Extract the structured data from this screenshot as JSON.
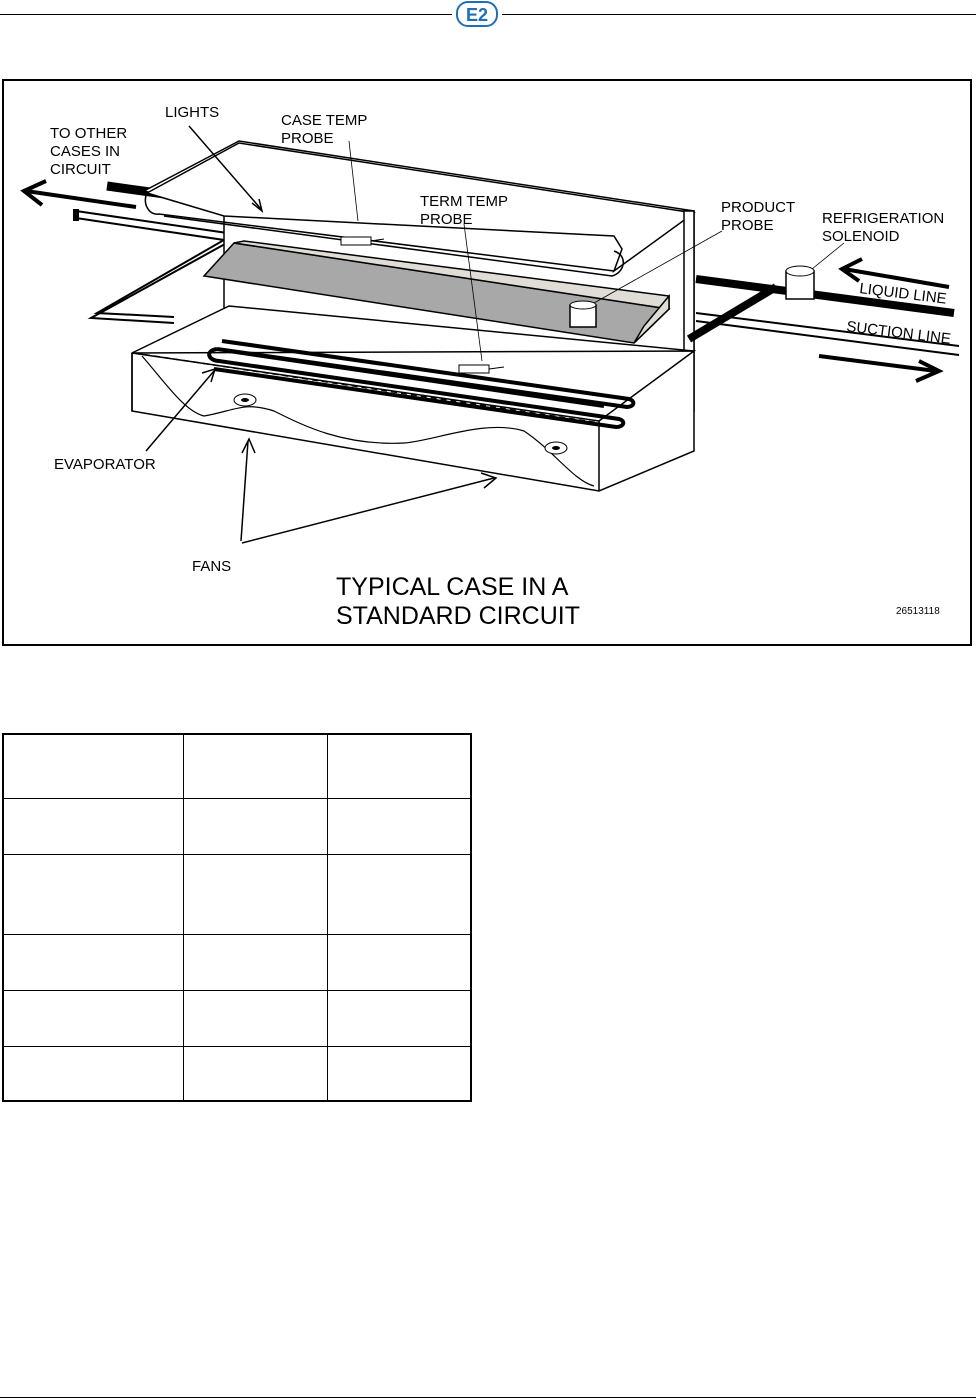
{
  "header": {
    "logo_text": "E2"
  },
  "figure": {
    "labels": {
      "to_other_1": "TO OTHER",
      "to_other_2": "CASES IN",
      "to_other_3": "CIRCUIT",
      "lights": "LIGHTS",
      "case_temp_1": "CASE TEMP",
      "case_temp_2": "PROBE",
      "term_temp_1": "TERM TEMP",
      "term_temp_2": "PROBE",
      "product_1": "PRODUCT",
      "product_2": "PROBE",
      "refrig_1": "REFRIGERATION",
      "refrig_2": "SOLENOID",
      "liquid_line": "LIQUID LINE",
      "suction_line": "SUCTION LINE",
      "evaporator": "EVAPORATOR",
      "fans": "FANS",
      "figure_number": "26513118"
    },
    "caption_line1": "TYPICAL CASE IN A",
    "caption_line2": "STANDARD CIRCUIT"
  },
  "colors": {
    "logo_blue": "#1f6fb5",
    "shelf_gray": "#a8a8a8",
    "shelf_light": "#e0dcd6"
  }
}
